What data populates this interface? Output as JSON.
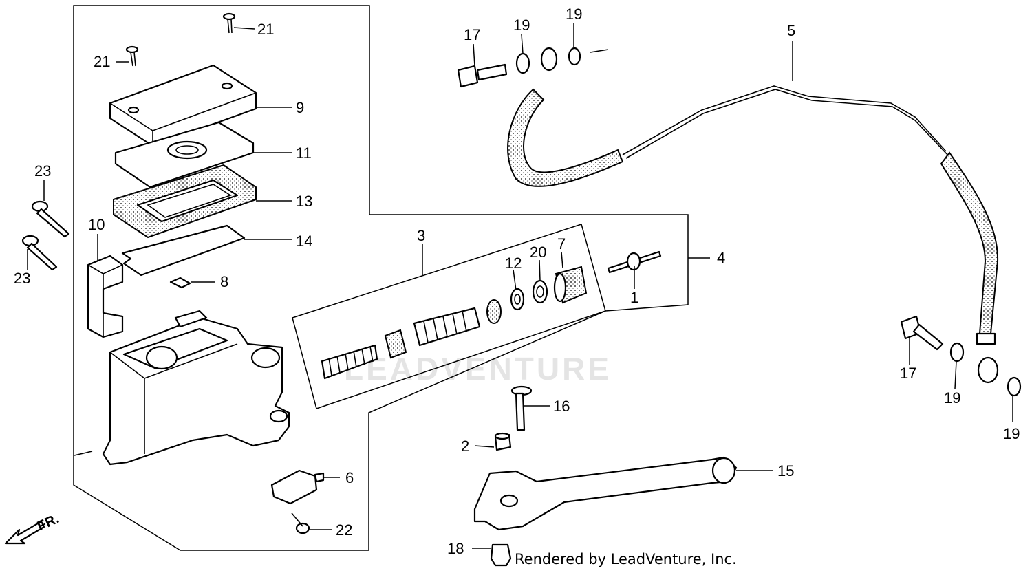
{
  "watermark": "LEADVENTURE",
  "credit": "Rendered by LeadVenture, Inc.",
  "direction_label": "FR.",
  "callouts": {
    "n1": "1",
    "n2": "2",
    "n3": "3",
    "n4": "4",
    "n5": "5",
    "n6": "6",
    "n7": "7",
    "n8": "8",
    "n9": "9",
    "n10": "10",
    "n11": "11",
    "n12": "12",
    "n13": "13",
    "n14": "14",
    "n15": "15",
    "n16": "16",
    "n17a": "17",
    "n17b": "17",
    "n18": "18",
    "n19a": "19",
    "n19b": "19",
    "n19c": "19",
    "n19d": "19",
    "n20": "20",
    "n21a": "21",
    "n21b": "21",
    "n22": "22",
    "n23a": "23",
    "n23b": "23"
  }
}
